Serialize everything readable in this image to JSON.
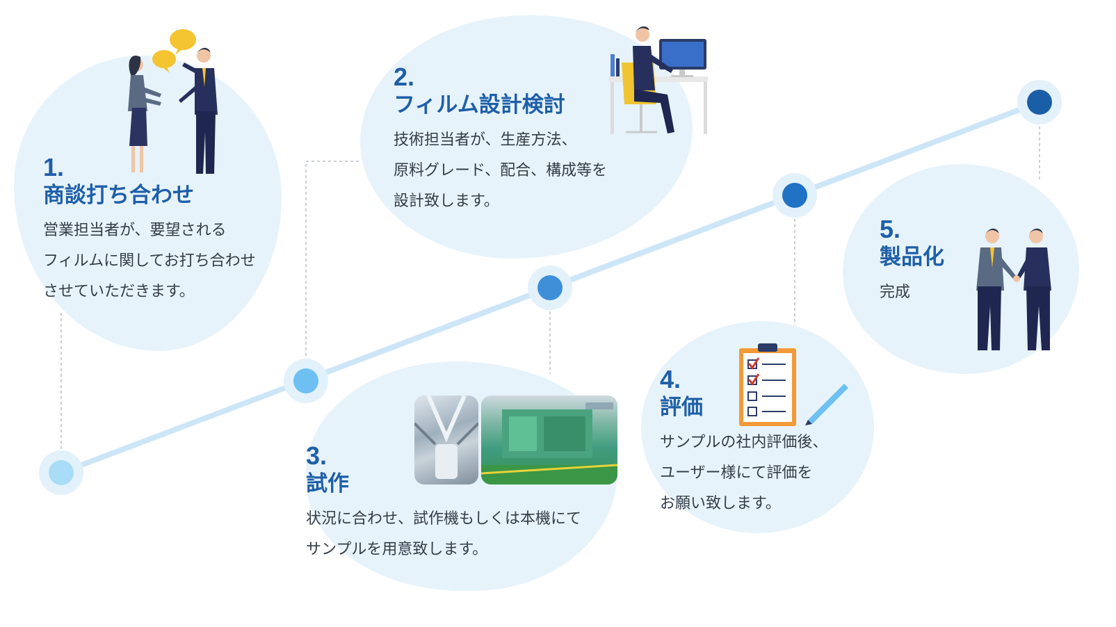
{
  "steps": [
    {
      "num": "1.",
      "title": "商談打ち合わせ",
      "desc": "営業担当者が、要望される\nフィルムに関してお打ち合わせ\nさせていただきます。"
    },
    {
      "num": "2.",
      "title": "フィルム設計検討",
      "desc": "技術担当者が、生産方法、\n原料グレード、配合、構成等を\n設計致します。"
    },
    {
      "num": "3.",
      "title": "試作",
      "desc": "状況に合わせ、試作機もしくは本機にて\nサンプルを用意致します。"
    },
    {
      "num": "4.",
      "title": "評価",
      "desc": "サンプルの社内評価後、\nユーザー様にて評価を\nお願い致します。"
    },
    {
      "num": "5.",
      "title": "製品化",
      "desc": "完成"
    }
  ],
  "colors": {
    "blob": "#e7f3fb",
    "title": "#1e5fa8",
    "text": "#333c48",
    "line": "#cde6f7",
    "node_colors": [
      "#a8dcf7",
      "#6ec0f2",
      "#3e8fd8",
      "#1f72c4",
      "#1a5ea8"
    ]
  },
  "icons": {
    "step1": "two-people-talking-illustration",
    "step2": "person-at-computer-illustration",
    "step3": "factory-machine-photos",
    "step4": "checklist-clipboard-pen-illustration",
    "step5": "handshake-illustration"
  }
}
